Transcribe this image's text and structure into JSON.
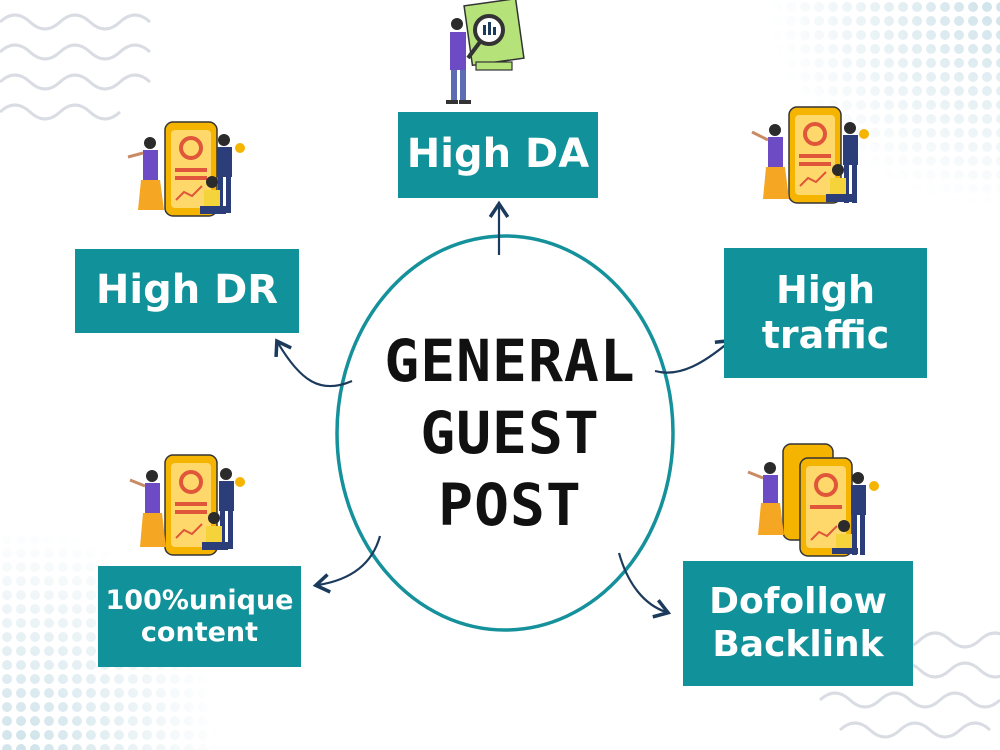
{
  "colors": {
    "box": "#11929a",
    "ellipse": "#14919b",
    "arrow": "#1b3a5c",
    "dots": "#cfe3ea",
    "wave": "#d9dde3",
    "phone": "#f5b400"
  },
  "center": {
    "lines": [
      "GENERAL",
      "GUEST",
      "POST"
    ]
  },
  "nodes": {
    "high_da": "High DA",
    "high_dr": "High DR",
    "traffic_line1": "High",
    "traffic_line2": "traffic",
    "unique_line1": "100%unique",
    "unique_line2": "content",
    "dofollow_line1": "Dofollow",
    "dofollow_line2": "Backlink"
  },
  "icons": [
    "magnifier-report-illustration",
    "people-phone-analytics-illustration"
  ]
}
